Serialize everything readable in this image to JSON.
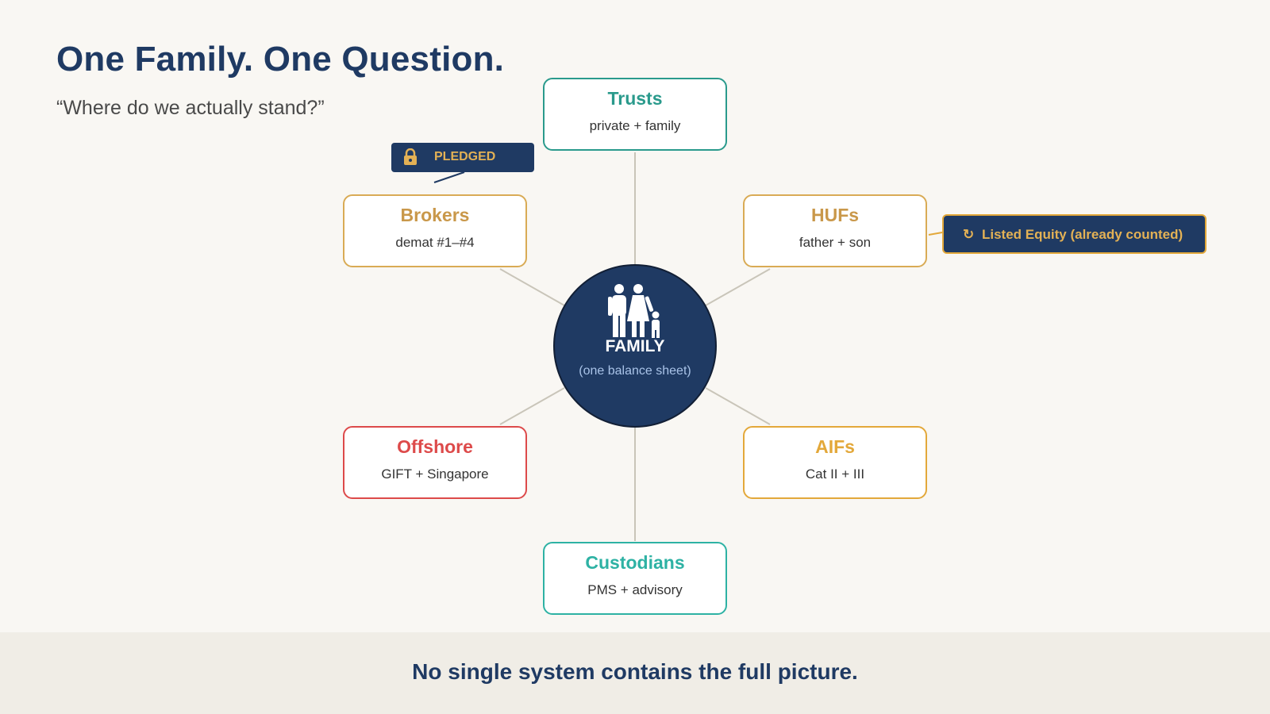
{
  "header": {
    "title": "One Family. One Question.",
    "subtitle": "“Where do we actually stand?”"
  },
  "center": {
    "icon": "family-icon",
    "title": "FAMILY",
    "subtitle": "(one balance sheet)"
  },
  "nodes": {
    "trusts": {
      "title": "Trusts",
      "subtitle": "private + family",
      "color": "#2a9a8c"
    },
    "brokers": {
      "title": "Brokers",
      "subtitle": "demat #1–#4",
      "color": "#c9984a"
    },
    "hufs": {
      "title": "HUFs",
      "subtitle": "father + son",
      "color": "#c9984a"
    },
    "offshore": {
      "title": "Offshore",
      "subtitle": "GIFT + Singapore",
      "color": "#dd4a4a"
    },
    "aifs": {
      "title": "AIFs",
      "subtitle": "Cat II + III",
      "color": "#e3a83a"
    },
    "custodians": {
      "title": "Custodians",
      "subtitle": "PMS + advisory",
      "color": "#2eb2a4"
    }
  },
  "badges": {
    "pledged": {
      "icon": "lock-icon",
      "label": "PLEDGED"
    },
    "listed": {
      "icon": "refresh-icon",
      "label": "Listed Equity (already counted)"
    }
  },
  "footer": {
    "text": "No single system contains the full picture."
  },
  "colors": {
    "navy": "#1f3a63",
    "gold": "#e3b155",
    "background": "#f9f7f3",
    "connector": "#c9c5b9"
  }
}
